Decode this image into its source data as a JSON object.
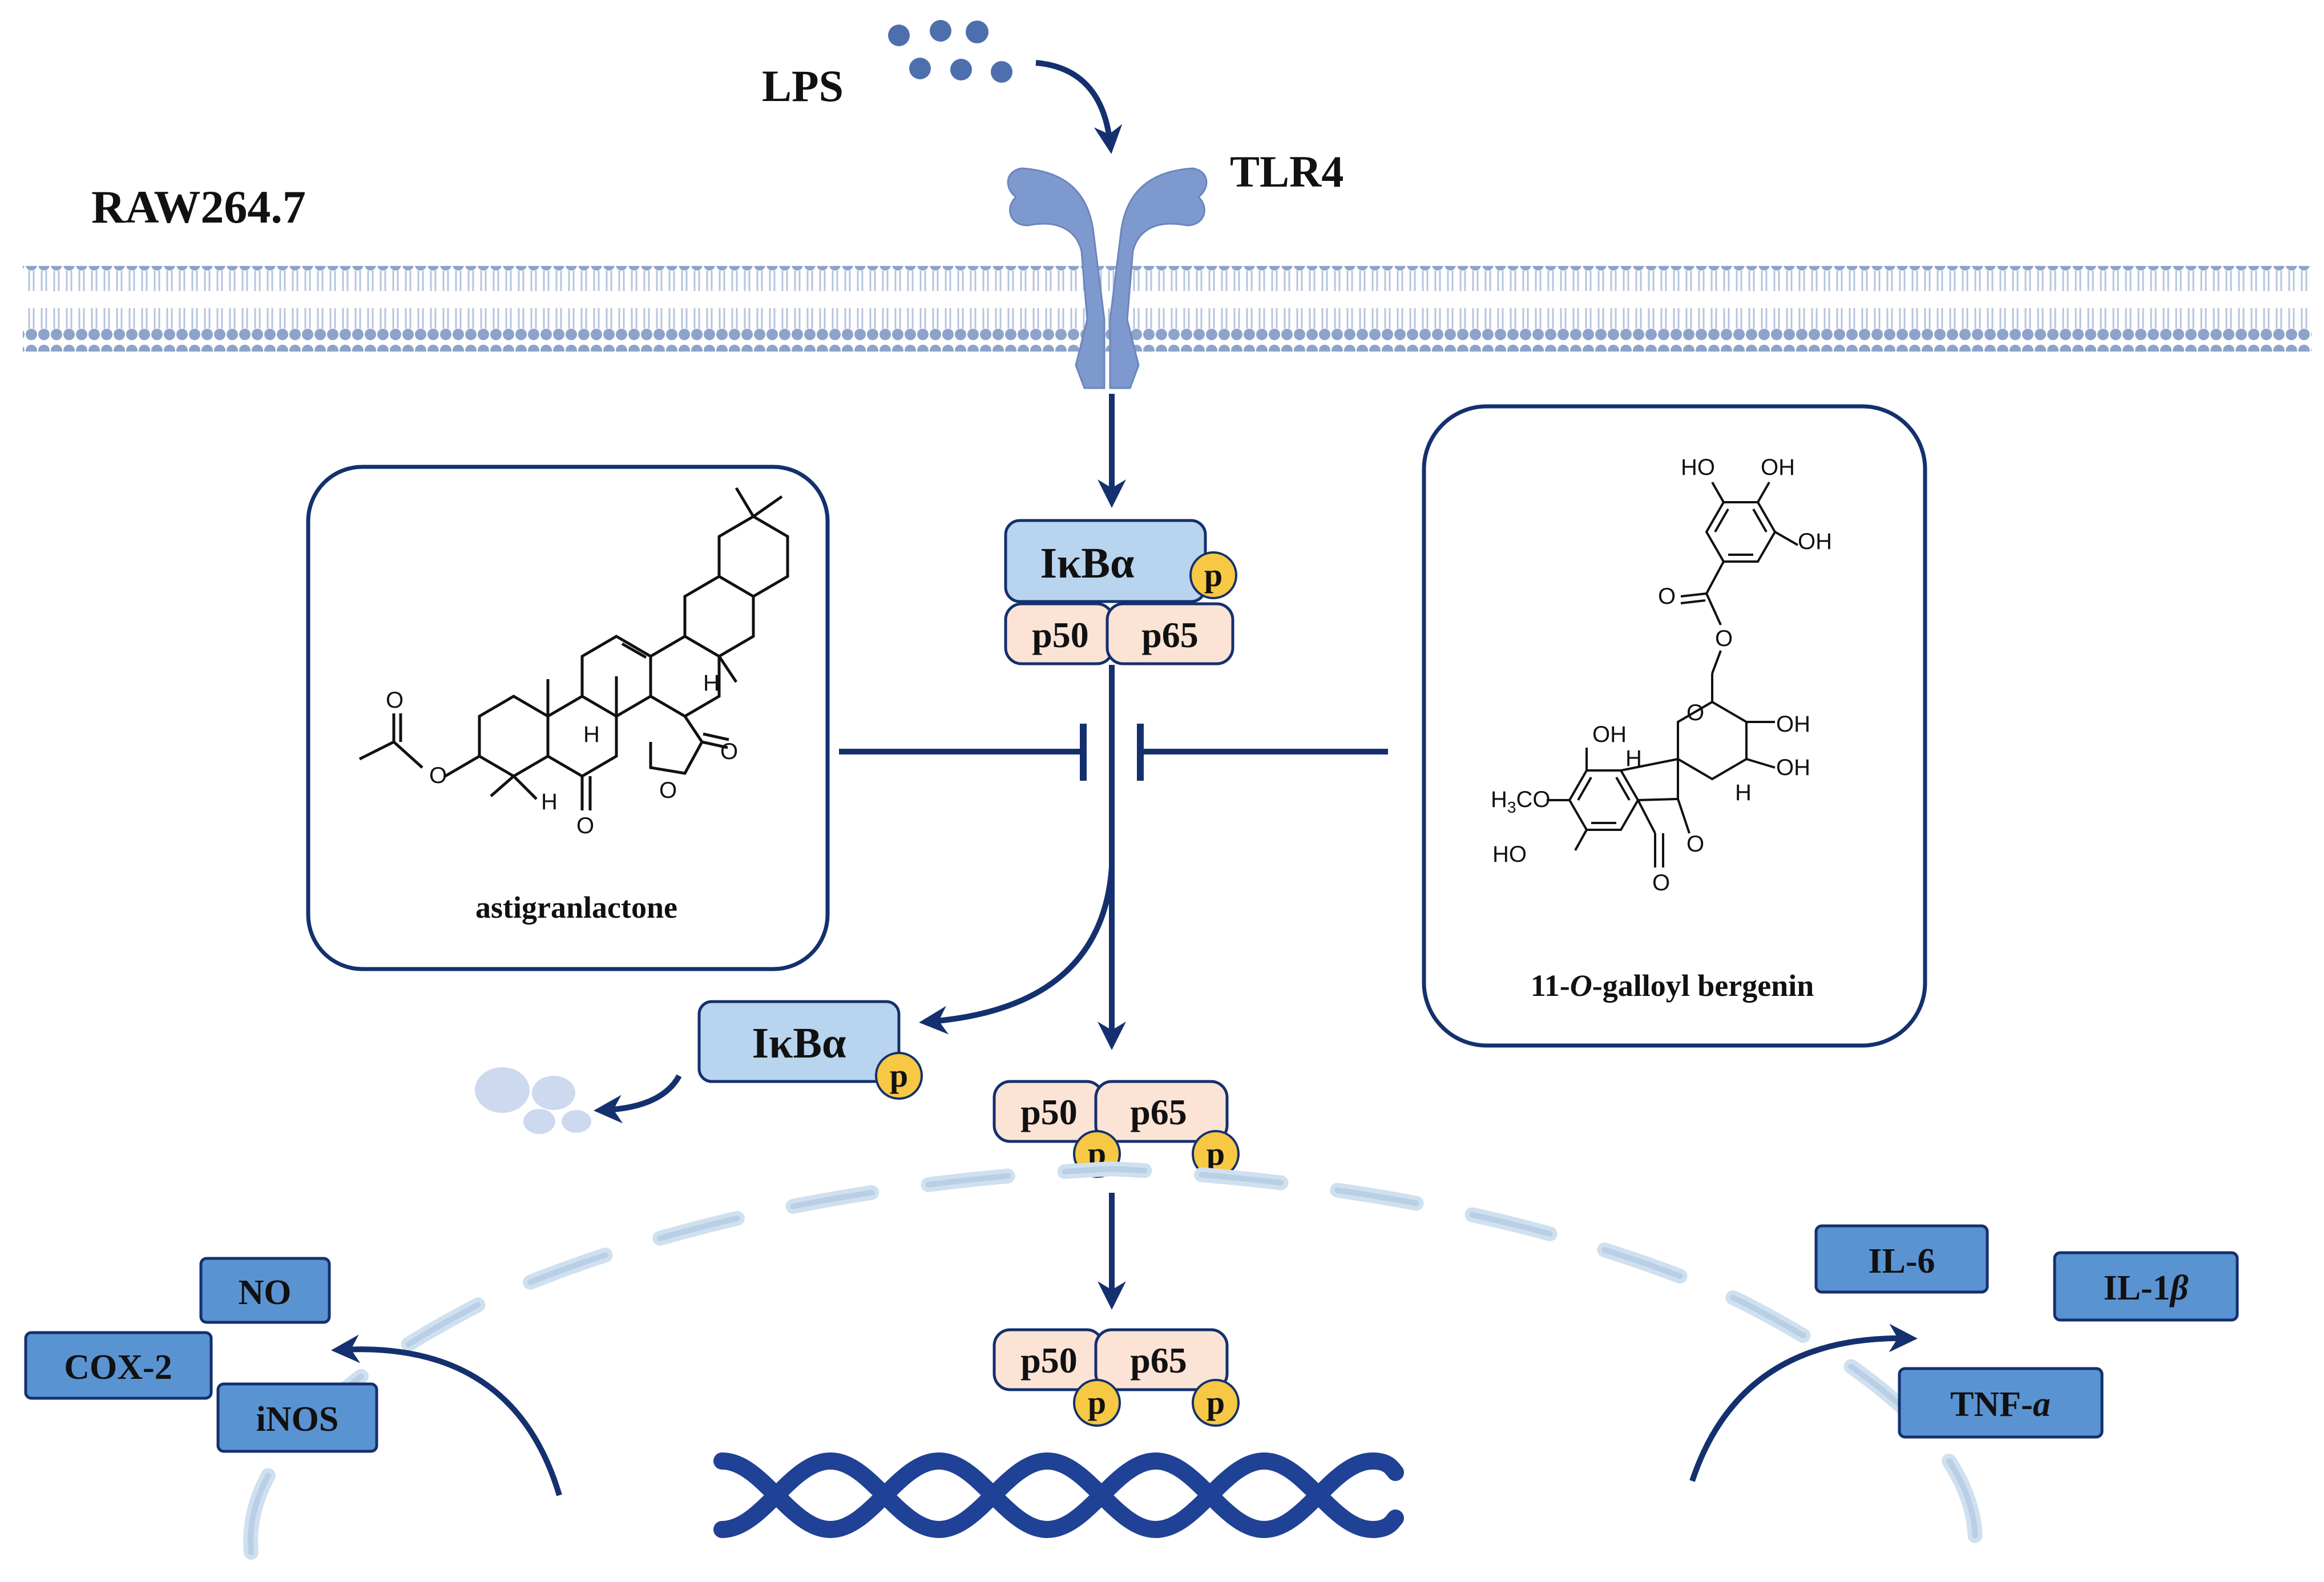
{
  "labels": {
    "lps": "LPS",
    "tlr4": "TLR4",
    "cell_line": "RAW264.7"
  },
  "complexes": {
    "ikba": "IκBα",
    "p": "p",
    "p50": "p50",
    "p65": "p65"
  },
  "compounds": {
    "left_name": "astigranlactone",
    "right_name_prefix": "11-",
    "right_name_italic": "O",
    "right_name_suffix": "-galloyl bergenin",
    "left_atoms": {
      "o": "O",
      "h": "H"
    },
    "right_atoms": {
      "ho": "HO",
      "oh": "OH",
      "o": "O",
      "h": "H",
      "h3co_a": "H",
      "h3co_sub": "3",
      "h3co_b": "CO"
    }
  },
  "mediators_left": {
    "no": "NO",
    "cox2": "COX-2",
    "inos": "iNOS"
  },
  "cytokines_right": {
    "il6": "IL-6",
    "il1b_text": "IL-1",
    "il1b_greek": "β",
    "tnf_text": "TNF-",
    "tnf_greek": "a"
  },
  "colors": {
    "navy": "#14306e",
    "membrane": "#8da3c9",
    "receptor": "#7d99cd",
    "ikba_fill": "#b8d4ee",
    "pfill": "#f6c843",
    "subunit_fill": "#fbe3d6",
    "box_fill": "#5a93d2",
    "nucleus": "#cfe0ef",
    "dna": "#1f4196"
  }
}
